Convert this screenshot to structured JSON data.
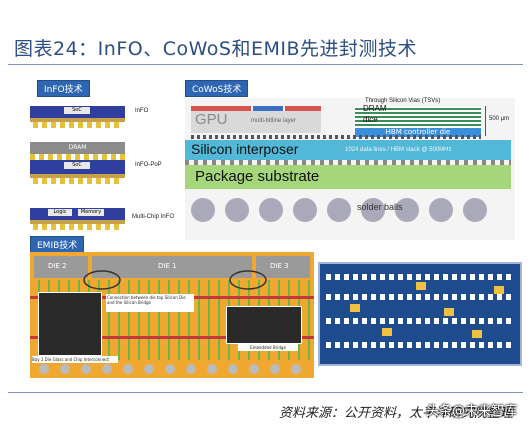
{
  "figure": {
    "title": "图表24：InFO、CoWoS和EMIB先进封测技术",
    "source": "资料来源：公开资料，太平洋研究院整理",
    "watermark": "头条@未来智库"
  },
  "info_panel": {
    "tag": "InFO技术",
    "rows": [
      {
        "label": "InFO",
        "chip": "SoC"
      },
      {
        "label": "InFO-PoP",
        "chip": "SoC",
        "top_chip": "DRAM"
      },
      {
        "label": "Multi-Chip InFO",
        "chips": [
          "Logic",
          "Memory"
        ]
      }
    ]
  },
  "cowos_panel": {
    "tag": "CoWoS技术",
    "gpu": "GPU",
    "gpu_sub": "multi-bitline layer",
    "tsv_note": "Through Silicon Vias (TSVs)",
    "dram": "DRAM",
    "dice": "dice",
    "hbm": "HBM controller die",
    "dimension": "500 µm",
    "interposer": "Silicon interposer",
    "interposer_note": "1024 data lines / HBM stack @ 500MHz",
    "substrate": "Package substrate",
    "balls": "solder balls"
  },
  "emib_panel": {
    "tag": "EMIB技术",
    "dies": [
      "DIE 2",
      "DIE 1",
      "DIE 3"
    ],
    "caption_left": "Bay 1 Die Glass and Chip Interconnect",
    "caption_mid": "Connection between die top Silicon Die and the Silicon Bridge",
    "caption_right": "Embedded Bridge"
  },
  "colors": {
    "title": "#2b4f83",
    "tag_bg": "#2e66b4",
    "interposer": "#52b8d8",
    "substrate": "#a6d67a",
    "gpu": "#d9d9d9",
    "emib_board": "#f0a830",
    "mesh_blue": "#1e4c8f"
  }
}
